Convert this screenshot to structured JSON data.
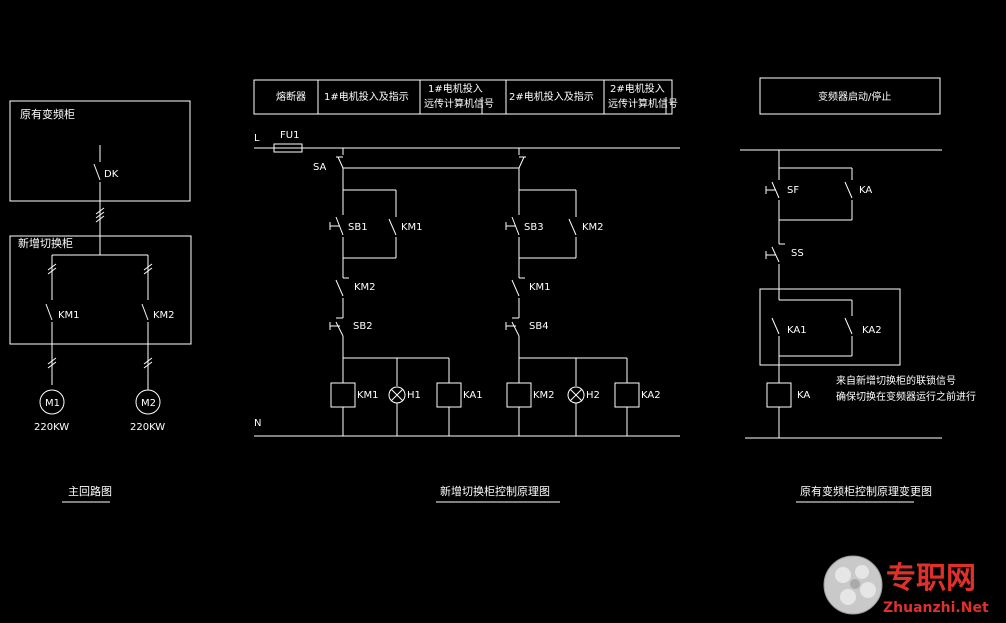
{
  "main": {
    "box_original": "原有变频柜",
    "dk": "DK",
    "box_new": "新增切换柜",
    "km1": "KM1",
    "km2": "KM2",
    "m1": "M1",
    "m2": "M2",
    "rating1": "220KW",
    "rating2": "220KW",
    "caption": "主回路图"
  },
  "control": {
    "header": [
      "熔断器",
      "1#电机投入及指示",
      "1#电机投入",
      "远传计算机信号",
      "2#电机投入及指示",
      "2#电机投入",
      "远传计算机信号"
    ],
    "L": "L",
    "N": "N",
    "fu1": "FU1",
    "sa": "SA",
    "sb1": "SB1",
    "km1a": "KM1",
    "sb3": "SB3",
    "km2a": "KM2",
    "km2b": "KM2",
    "km1b": "KM1",
    "sb2": "SB2",
    "sb4": "SB4",
    "coil_km1": "KM1",
    "h1": "H1",
    "ka1": "KA1",
    "coil_km2": "KM2",
    "h2": "H2",
    "ka2": "KA2",
    "caption": "新增切换柜控制原理图"
  },
  "vfd": {
    "header": "变频器启动/停止",
    "sf": "SF",
    "ka": "KA",
    "ss": "SS",
    "ka1": "KA1",
    "ka2": "KA2",
    "coil_ka": "KA",
    "note1": "来自新增切换柜的联锁信号",
    "note2": "确保切换在变频器运行之前进行",
    "caption": "原有变频柜控制原理变更图"
  },
  "watermark": {
    "cn": "专职网",
    "en": "Zhuanzhi.Net",
    "accent": "#e0302a"
  }
}
